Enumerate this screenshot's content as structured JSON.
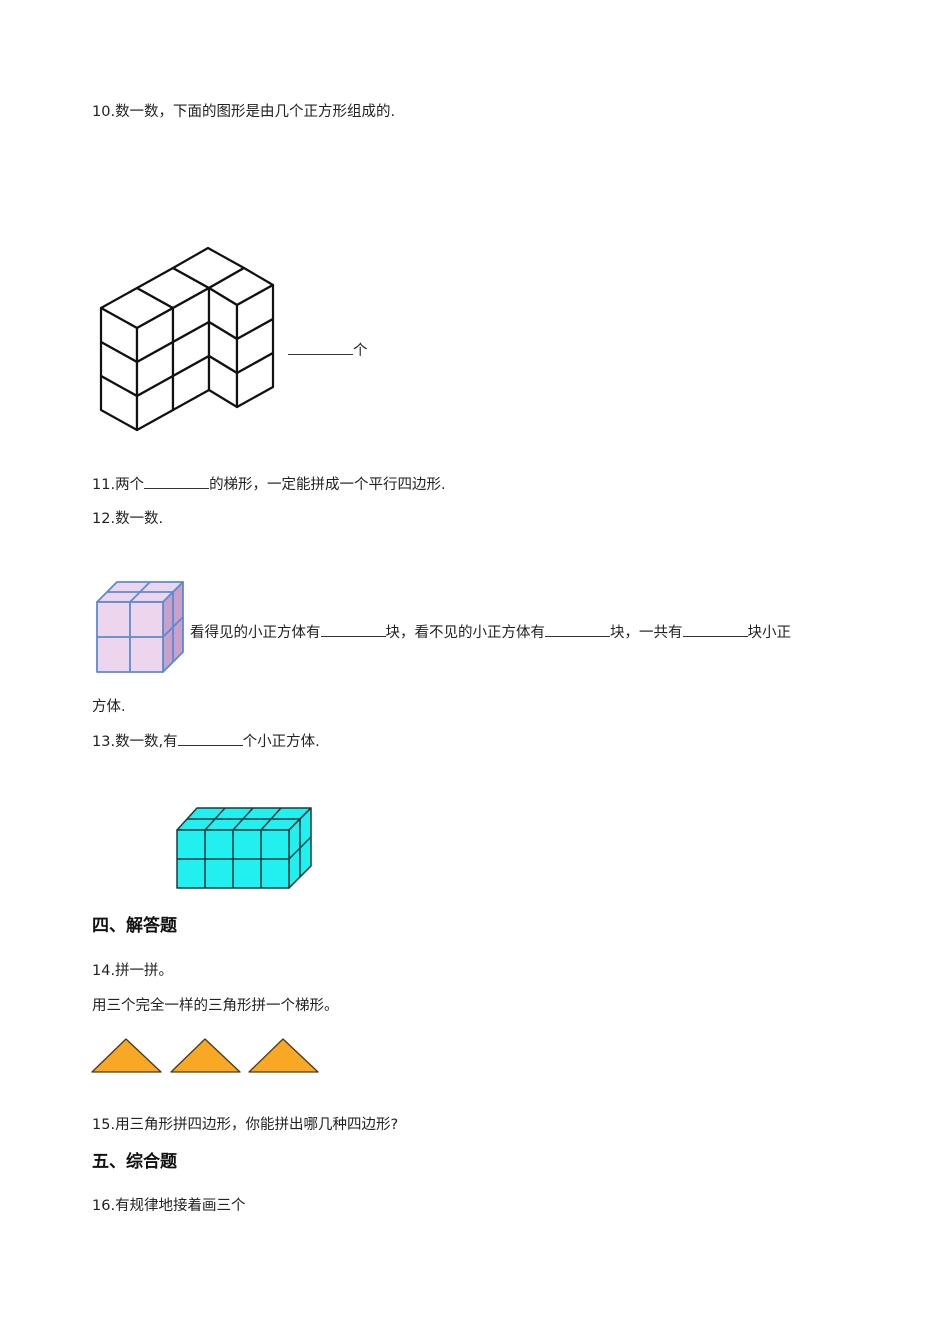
{
  "q10": {
    "number": "10.",
    "text": "数一数，下面的图形是由几个正方形组成的.",
    "answer_suffix": "个"
  },
  "q11": {
    "number": "11.",
    "prefix": "两个",
    "suffix": "的梯形，一定能拼成一个平行四边形."
  },
  "q12": {
    "number": "12.",
    "text": "数一数.",
    "part1": "看得见的小正方体有",
    "part2": "块，看不见的小正方体有",
    "part3": "块，一共有",
    "part4": "块小正",
    "continuation": "方体."
  },
  "q13": {
    "number": "13.",
    "prefix": "数一数,有",
    "suffix": "个小正方体."
  },
  "section4": {
    "title": "四、解答题"
  },
  "q14": {
    "number": "14.",
    "text": "拼一拼。",
    "instruction": "用三个完全一样的三角形拼一个梯形。",
    "triangle_color": "#F9A825"
  },
  "q15": {
    "number": "15.",
    "text": "用三角形拼四边形，你能拼出哪几种四边形?"
  },
  "section5": {
    "title": "五、综合题"
  },
  "q16": {
    "number": "16.",
    "text": "有规律地接着画三个"
  },
  "colors": {
    "cube_pink_fill": "#EED5EE",
    "cube_pink_side": "#C9A0C9",
    "cube_blue_edge": "#5B8BD0",
    "cube_cyan_fill": "#22F0F0",
    "triangle_fill": "#F9A825"
  }
}
